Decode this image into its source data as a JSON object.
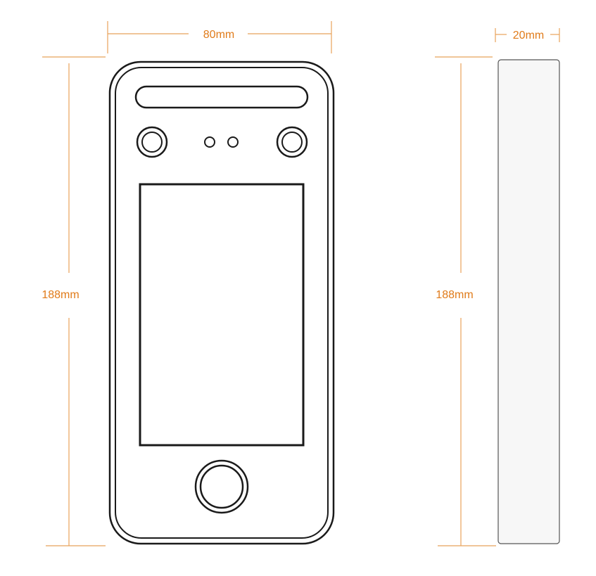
{
  "dimensions": {
    "front_width": "80mm",
    "front_height": "188mm",
    "side_depth": "20mm",
    "side_height": "188mm"
  },
  "colors": {
    "dimension_line": "#e8a25a",
    "dimension_text": "#e07b1a",
    "outline": "#1a1a1a",
    "side_fill": "#f7f7f7",
    "side_stroke": "#555555"
  }
}
